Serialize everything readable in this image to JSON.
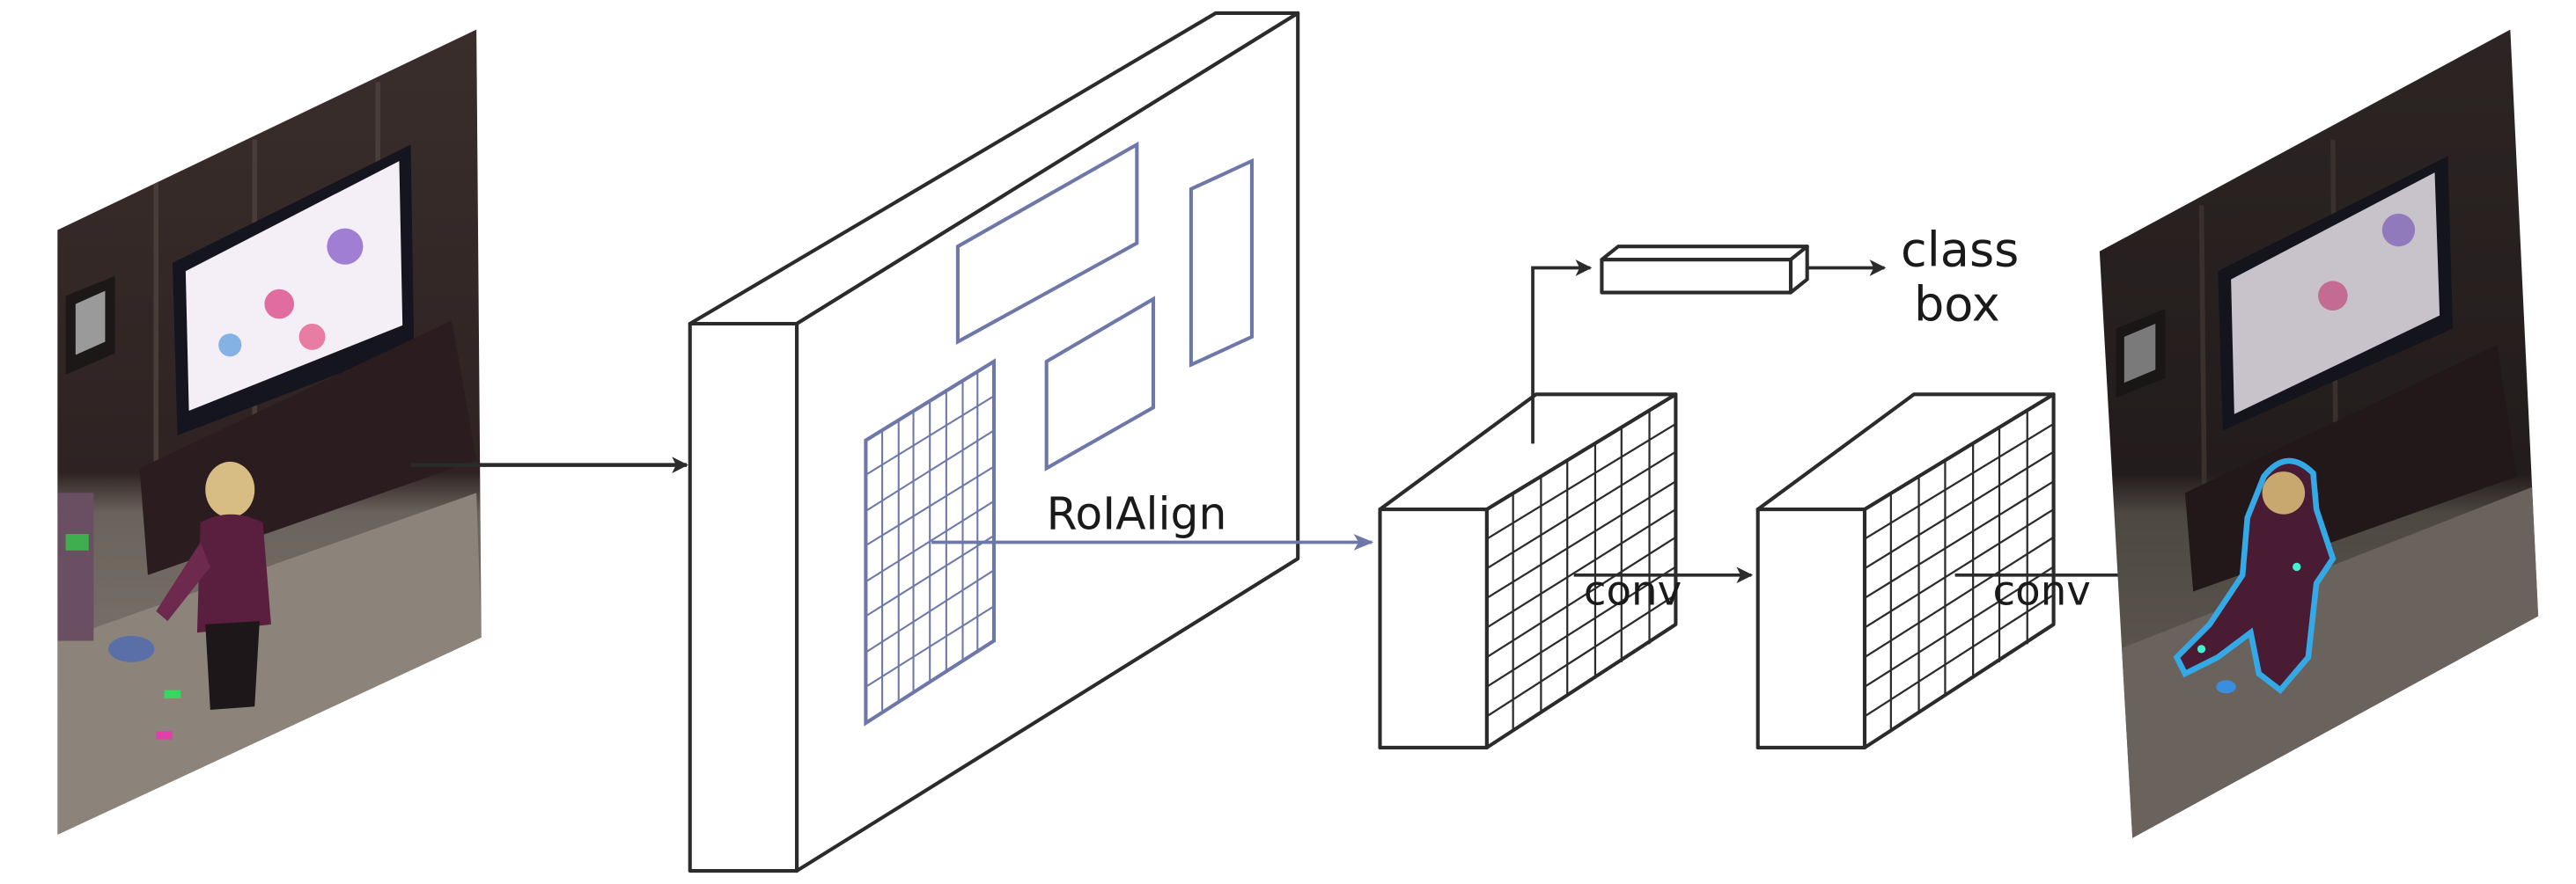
{
  "figure": {
    "title": "Mask R-CNN framework for instance segmentation",
    "labels": {
      "roialign": "RoIAlign",
      "conv1": "conv",
      "conv2": "conv",
      "class": "class",
      "box": "box"
    },
    "input_image": {
      "description": "Input video frame: toddler standing in living room in front of TV"
    },
    "output_image": {
      "description": "Output frame with blue instance mask outline around toddler"
    },
    "colors": {
      "roi_stroke": "#6e78a8",
      "edge_stroke": "#2b2b2b",
      "mask_outline": "#35a9e6",
      "background": "#ffffff"
    },
    "components": [
      {
        "id": "backbone-feature-map",
        "kind": "3d-box",
        "rois": 4
      },
      {
        "id": "roi-feature",
        "kind": "3d-grid-box"
      },
      {
        "id": "mask-feature",
        "kind": "3d-grid-box"
      },
      {
        "id": "fc-head",
        "kind": "flat-box",
        "outputs": [
          "class",
          "box"
        ]
      }
    ]
  }
}
